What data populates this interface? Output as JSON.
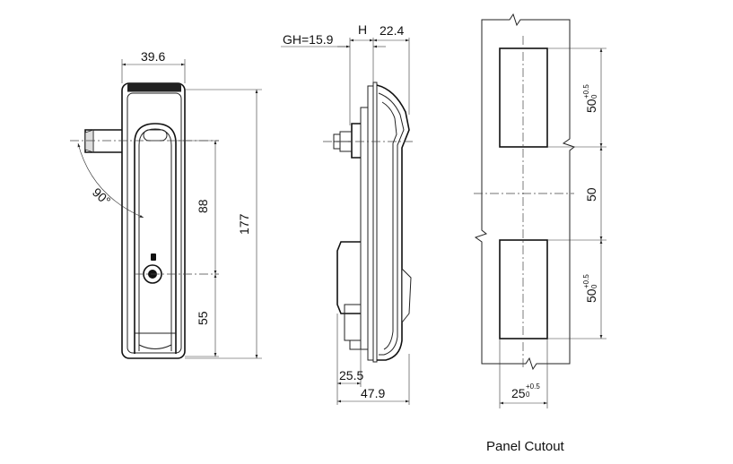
{
  "dimensions": {
    "width_handle": "39.6",
    "angle": "90°",
    "dim_88": "88",
    "dim_177": "177",
    "dim_55": "55",
    "gh": "GH=15.9",
    "h": "H",
    "dim_22_4": "22.4",
    "dim_25_5": "25.5",
    "dim_47_9": "47.9",
    "cutout_height_base": "50",
    "cutout_height_tol_upper": "+0.5",
    "cutout_height_tol_lower": "0",
    "cutout_spacing": "50",
    "cutout_width_base": "25",
    "cutout_width_tol_upper": "+0.5",
    "cutout_width_tol_lower": "0"
  },
  "captions": {
    "panel_cutout": "Panel Cutout"
  }
}
